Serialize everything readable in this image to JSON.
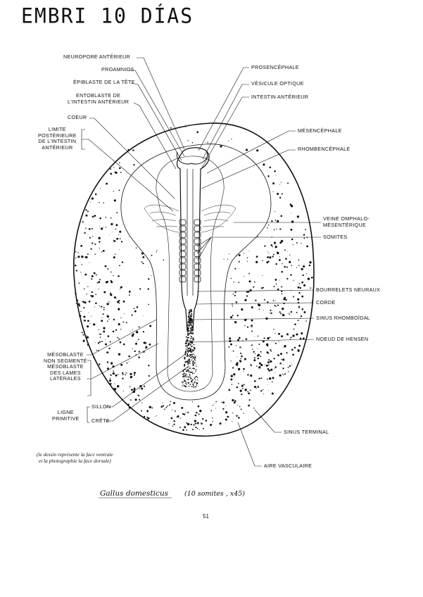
{
  "title": "EMBRI 10 DÍAS",
  "labels": {
    "neuropore": "NEUROPORE ANTÉRIEUR",
    "proamnios": "PROAMNIOS",
    "epiblaste": "ÉPIBLASTE DE LA TÊTE",
    "entoblaste_1": "ENTOBLASTE DE",
    "entoblaste_2": "L'INTESTIN ANTÉRIEUR",
    "coeur": "COEUR",
    "limite_1": "LIMITE",
    "limite_2": "POSTÉRIEURE",
    "limite_3": "DE L'INTESTIN",
    "limite_4": "ANTÉRIEUR",
    "prosencephale": "PROSENCÉPHALE",
    "vesicule": "VÉSICULE OPTIQUE",
    "intestin": "INTESTIN ANTÉRIEUR",
    "mesencephale": "MÉSENCÉPHALE",
    "rhombencephale": "RHOMBENCÉPHALE",
    "veine_1": "VEINE OMPHALO-",
    "veine_2": "MÉSENTÉRIQUE",
    "somites": "SOMITES",
    "bourrelets": "BOURRELETS NEURAUX",
    "corde": "CORDE",
    "sinus_rhomb": "SINUS RHOMBOÏDAL",
    "noeud": "NOEUD DE HENSEN",
    "mesoblaste_1": "MÉSOBLASTE",
    "mesoblaste_2": "NON SEGMENTÉ",
    "mesoblaste_3": "MÉSOBLASTE",
    "mesoblaste_4": "DES LAMES",
    "mesoblaste_5": "LATÉRALES",
    "ligne_1": "LIGNE",
    "ligne_2": "PRIMITIVE",
    "sillon": "SILLON",
    "crete": "CRÊTE",
    "sinus_terminal": "SINUS TERMINAL",
    "aire": "AIRE VASCULAIRE"
  },
  "note_1": "(le dessin représente la face ventrale",
  "note_2": "et la photographie la face dorsale)",
  "caption_species": "Gallus domesticus",
  "caption_detail": "(10 somites , x45)",
  "page_number": "51"
}
